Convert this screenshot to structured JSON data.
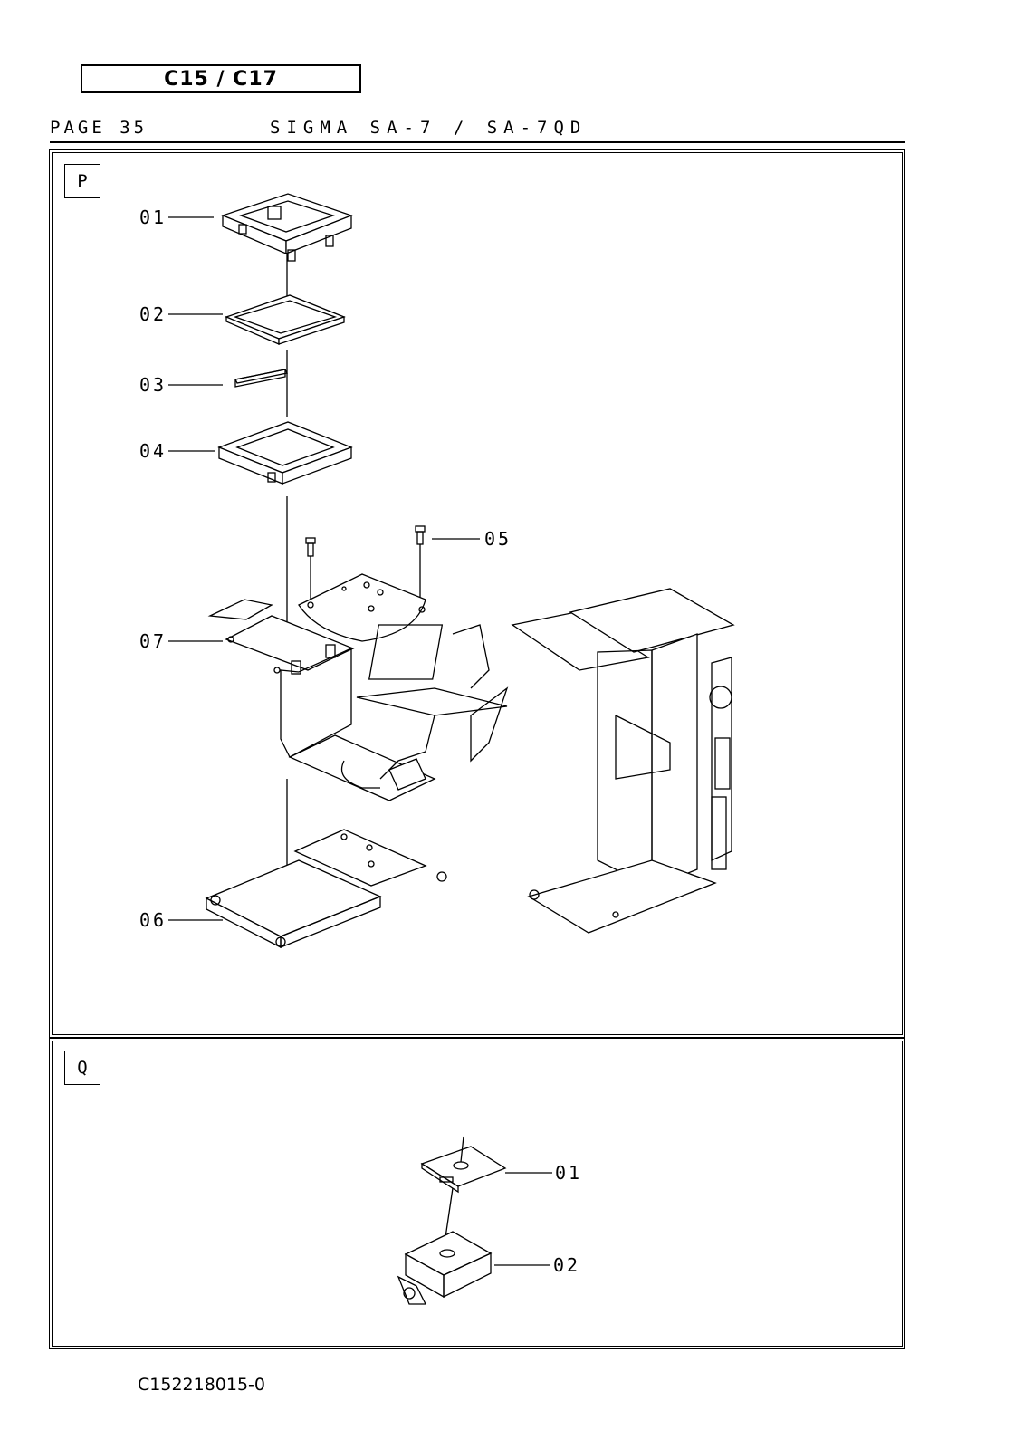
{
  "model_codes": "C15 / C17",
  "header": {
    "page": "PAGE 35",
    "title": "SIGMA SA-7 / SA-7QD"
  },
  "panels": {
    "p": {
      "tag": "P",
      "labels": {
        "p01": "01",
        "p02": "02",
        "p03": "03",
        "p04": "04",
        "p05": "05",
        "p06": "06",
        "p07": "07"
      }
    },
    "q": {
      "tag": "Q",
      "labels": {
        "q01": "01",
        "q02": "02"
      }
    }
  },
  "document_number": "C152218015-0"
}
